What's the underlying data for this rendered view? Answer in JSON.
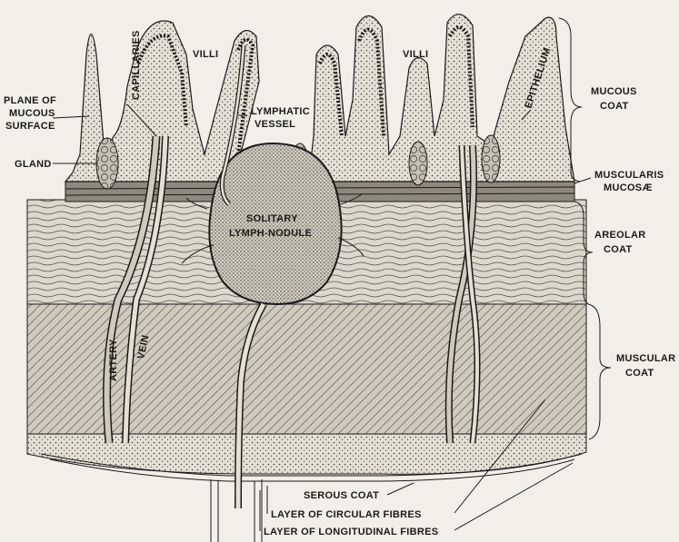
{
  "labels": {
    "villi_left": "VILLI",
    "villi_right": "VILLI",
    "capillaries": "CAPILLARIES",
    "epithelium": "EPITHELIUM",
    "plane_line1": "PLANE OF",
    "plane_line2": "MUCOUS",
    "plane_line3": "SURFACE",
    "gland": "GLAND",
    "lymphatic_line1": "LYMPHATIC",
    "lymphatic_line2": "VESSEL",
    "nodule_line1": "SOLITARY",
    "nodule_line2": "LYMPH-NODULE",
    "artery": "ARTERY",
    "vein": "VEIN",
    "mucous_line1": "MUCOUS",
    "mucous_line2": "COAT",
    "muscularis_line1": "MUSCULARIS",
    "muscularis_line2": "MUCOSÆ",
    "areolar_line1": "AREOLAR",
    "areolar_line2": "COAT",
    "muscular_line1": "MUSCULAR",
    "muscular_line2": "COAT",
    "serous": "SEROUS COAT",
    "circular": "LAYER OF CIRCULAR FIBRES",
    "longitudinal": "LAYER OF LONGITUDINAL FIBRES"
  },
  "colors": {
    "ink": "#1a1a1a",
    "paper": "#f1efe8",
    "tissue_light": "#d9d5c8",
    "tissue_mid": "#bdb8aa",
    "tissue_dark": "#9c978a"
  }
}
